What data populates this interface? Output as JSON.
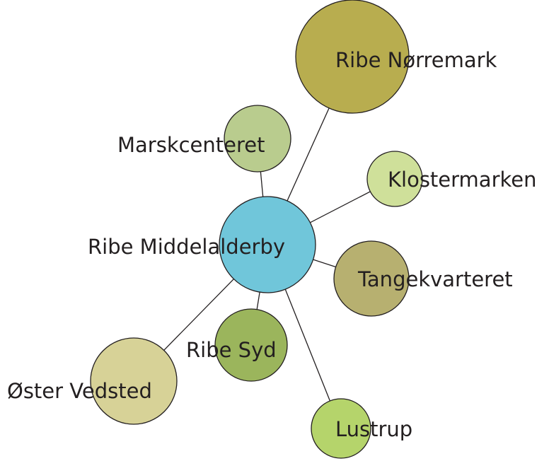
{
  "diagram": {
    "center": {
      "label": "Ribe Middelalderby",
      "color": "#70c6da"
    },
    "nodes": [
      {
        "label": "Ribe Nørremark",
        "color": "#b8ad4f"
      },
      {
        "label": "Marskcenteret",
        "color": "#b9cc8e"
      },
      {
        "label": "Klostermarken",
        "color": "#cfe09a"
      },
      {
        "label": "Tangekvarteret",
        "color": "#b7b070"
      },
      {
        "label": "Ribe Syd",
        "color": "#9bb55c"
      },
      {
        "label": "Øster Vedsted",
        "color": "#d7d297"
      },
      {
        "label": "Lustrup",
        "color": "#b5d46b"
      }
    ]
  }
}
